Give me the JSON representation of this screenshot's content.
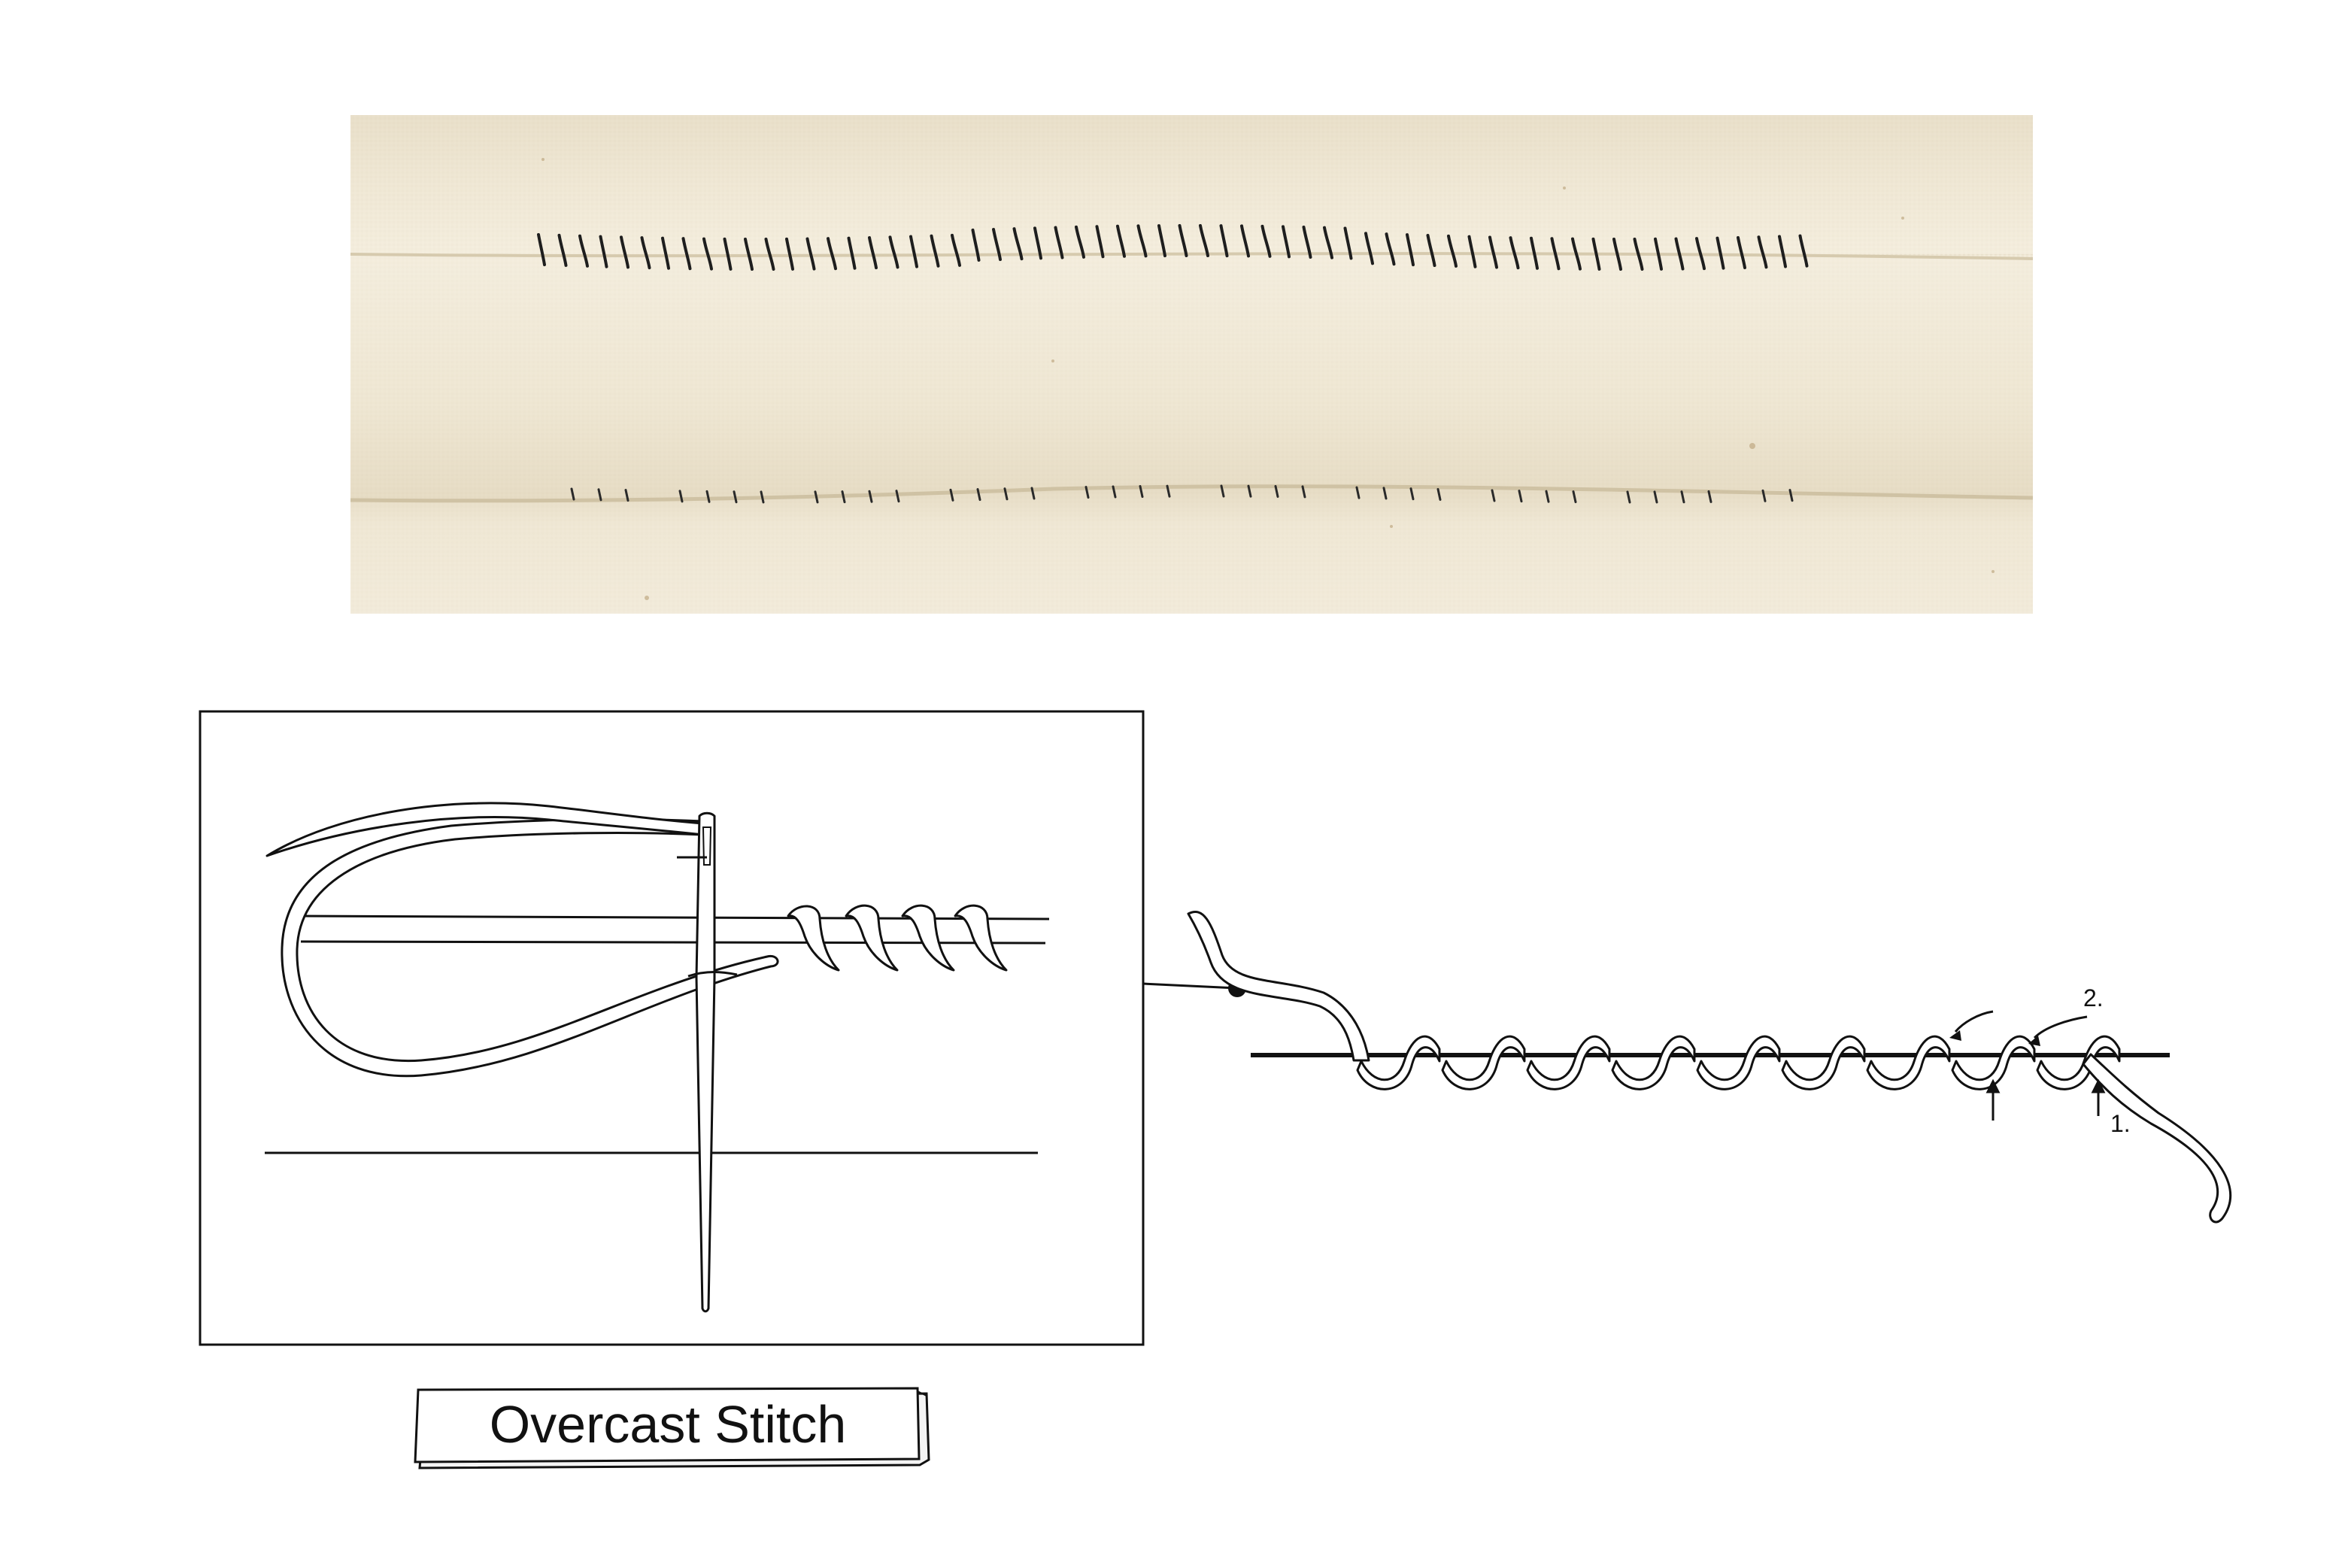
{
  "title_label": "Overcast Stitch",
  "step_labels": [
    "1.",
    "2."
  ],
  "colors": {
    "background": "#ffffff",
    "fabric": "#efe7d4",
    "fabric_shadow": "#ddd3bb",
    "fabric_fold_light": "#f7f1e3",
    "thread": "#1e1e1e",
    "line": "#111111"
  },
  "icons": {
    "photo": "fabric-swatch-photo",
    "needle": "needle-icon",
    "thread_loop": "thread-loop-icon",
    "connector_dot": "connector-dot-icon",
    "arrow": "arrow-icon"
  }
}
